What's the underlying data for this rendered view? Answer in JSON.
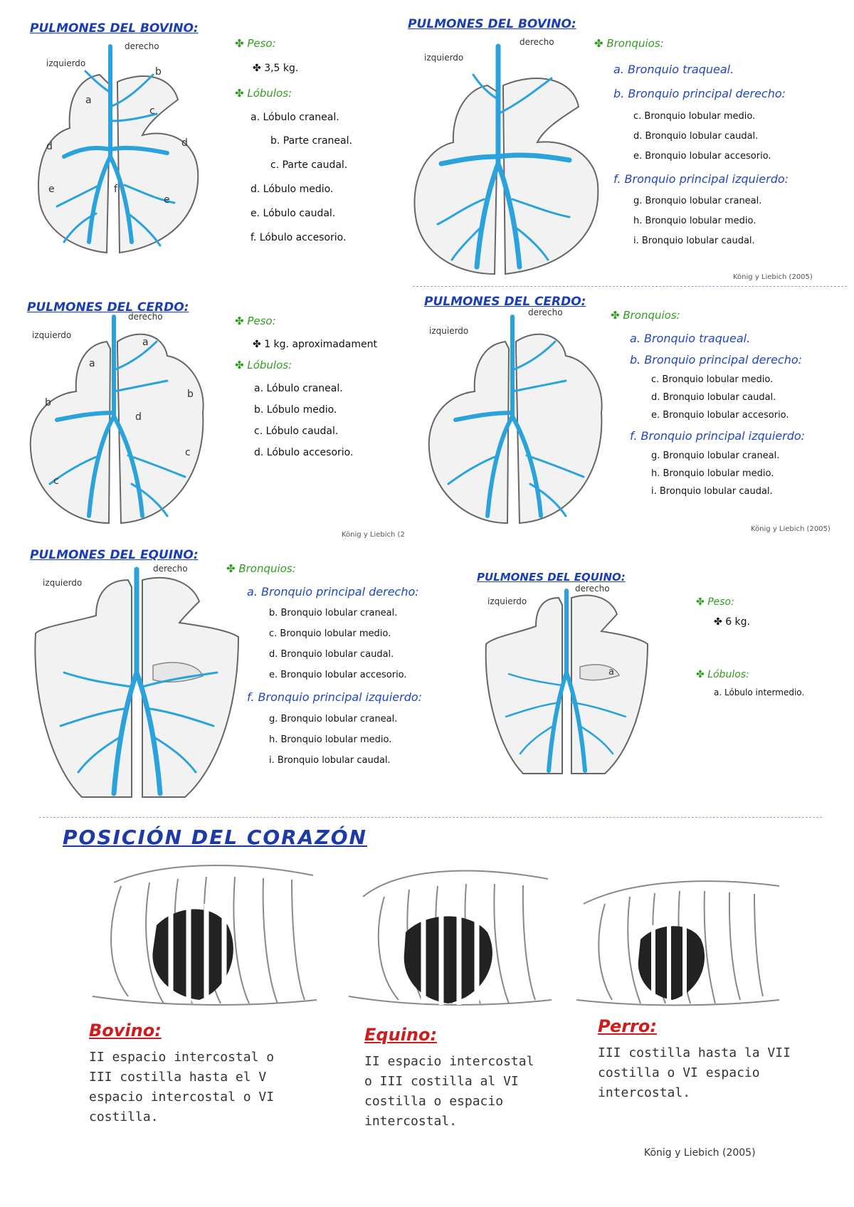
{
  "bovino_lobulos": {
    "title": "PULMONES DEL BOVINO:",
    "left": "izquierdo",
    "right": "derecho",
    "figure_letters": [
      "a",
      "b",
      "c",
      "d",
      "d",
      "e",
      "e",
      "f"
    ],
    "peso_heading": "Peso:",
    "peso_value": "3,5 kg.",
    "lobulos_heading": "Lóbulos:",
    "items": [
      "a. Lóbulo craneal.",
      "b. Parte craneal.",
      "c. Parte caudal.",
      "d. Lóbulo medio.",
      "e. Lóbulo caudal.",
      "f. Lóbulo accesorio."
    ]
  },
  "bovino_bronquios": {
    "title": "PULMONES DEL BOVINO:",
    "left": "izquierdo",
    "right": "derecho",
    "bronquios_heading": "Bronquios:",
    "main_a": "a. Bronquio traqueal.",
    "main_b": "b. Bronquio principal derecho:",
    "sub_b": [
      "c. Bronquio lobular medio.",
      "d. Bronquio lobular caudal.",
      "e. Bronquio lobular accesorio."
    ],
    "main_f": "f. Bronquio principal izquierdo:",
    "sub_f": [
      "g. Bronquio lobular craneal.",
      "h. Bronquio lobular medio.",
      "i. Bronquio lobular caudal."
    ],
    "cite": "König y Liebich (2005)"
  },
  "cerdo_lobulos": {
    "title": "PULMONES DEL CERDO:",
    "left": "izquierdo",
    "right": "derecho",
    "figure_letters": [
      "a",
      "a",
      "b",
      "b",
      "c",
      "c",
      "d"
    ],
    "peso_heading": "Peso:",
    "peso_value": "1 kg. aproximadament",
    "lobulos_heading": "Lóbulos:",
    "items": [
      "a. Lóbulo craneal.",
      "b. Lóbulo medio.",
      "c. Lóbulo caudal.",
      "d. Lóbulo accesorio."
    ],
    "cite": "König y Liebich (2"
  },
  "cerdo_bronquios": {
    "title": "PULMONES DEL CERDO:",
    "left": "izquierdo",
    "right": "derecho",
    "bronquios_heading": "Bronquios:",
    "main_a": "a. Bronquio traqueal.",
    "main_b": "b. Bronquio principal derecho:",
    "sub_b": [
      "c. Bronquio lobular medio.",
      "d. Bronquio lobular caudal.",
      "e. Bronquio lobular accesorio."
    ],
    "main_f": "f. Bronquio principal izquierdo:",
    "sub_f": [
      "g. Bronquio lobular craneal.",
      "h. Bronquio lobular medio.",
      "i. Bronquio lobular caudal."
    ],
    "cite": "König y Liebich (2005)"
  },
  "equino_bronquios": {
    "title": "PULMONES DEL EQUINO:",
    "left": "izquierdo",
    "right": "derecho",
    "bronquios_heading": "Bronquios:",
    "main_a": "a. Bronquio principal derecho:",
    "sub_a": [
      "b. Bronquio lobular craneal.",
      "c. Bronquio lobular medio.",
      "d. Bronquio lobular caudal.",
      "e. Bronquio lobular accesorio."
    ],
    "main_f": "f. Bronquio principal izquierdo:",
    "sub_f": [
      "g. Bronquio lobular craneal.",
      "h. Bronquio lobular medio.",
      "i. Bronquio lobular caudal."
    ]
  },
  "equino_lobulos": {
    "title": "PULMONES DEL EQUINO:",
    "left": "izquierdo",
    "right": "derecho",
    "figure_letter": "a",
    "peso_heading": "Peso:",
    "peso_value": "6 kg.",
    "lobulos_heading": "Lóbulos:",
    "item": "a. Lóbulo intermedio."
  },
  "corazon": {
    "title": "POSICIÓN DEL CORAZÓN",
    "species": [
      {
        "name": "Bovino:",
        "text": "II espacio intercostal o III costilla hasta el V espacio intercostal o VI costilla."
      },
      {
        "name": "Equino:",
        "text": "II espacio intercostal o III costilla al VI costilla o espacio intercostal."
      },
      {
        "name": "Perro:",
        "text": "III costilla hasta la VII costilla o VI espacio intercostal."
      }
    ],
    "cite": "König y Liebich (2005)"
  },
  "colors": {
    "bronchi": "#2aa3dc",
    "title_blue": "#1a3fb4",
    "green": "#2f9e1d",
    "red": "#d01c1c",
    "lung_fill": "#f2f2f2",
    "lung_stroke": "#666666"
  }
}
